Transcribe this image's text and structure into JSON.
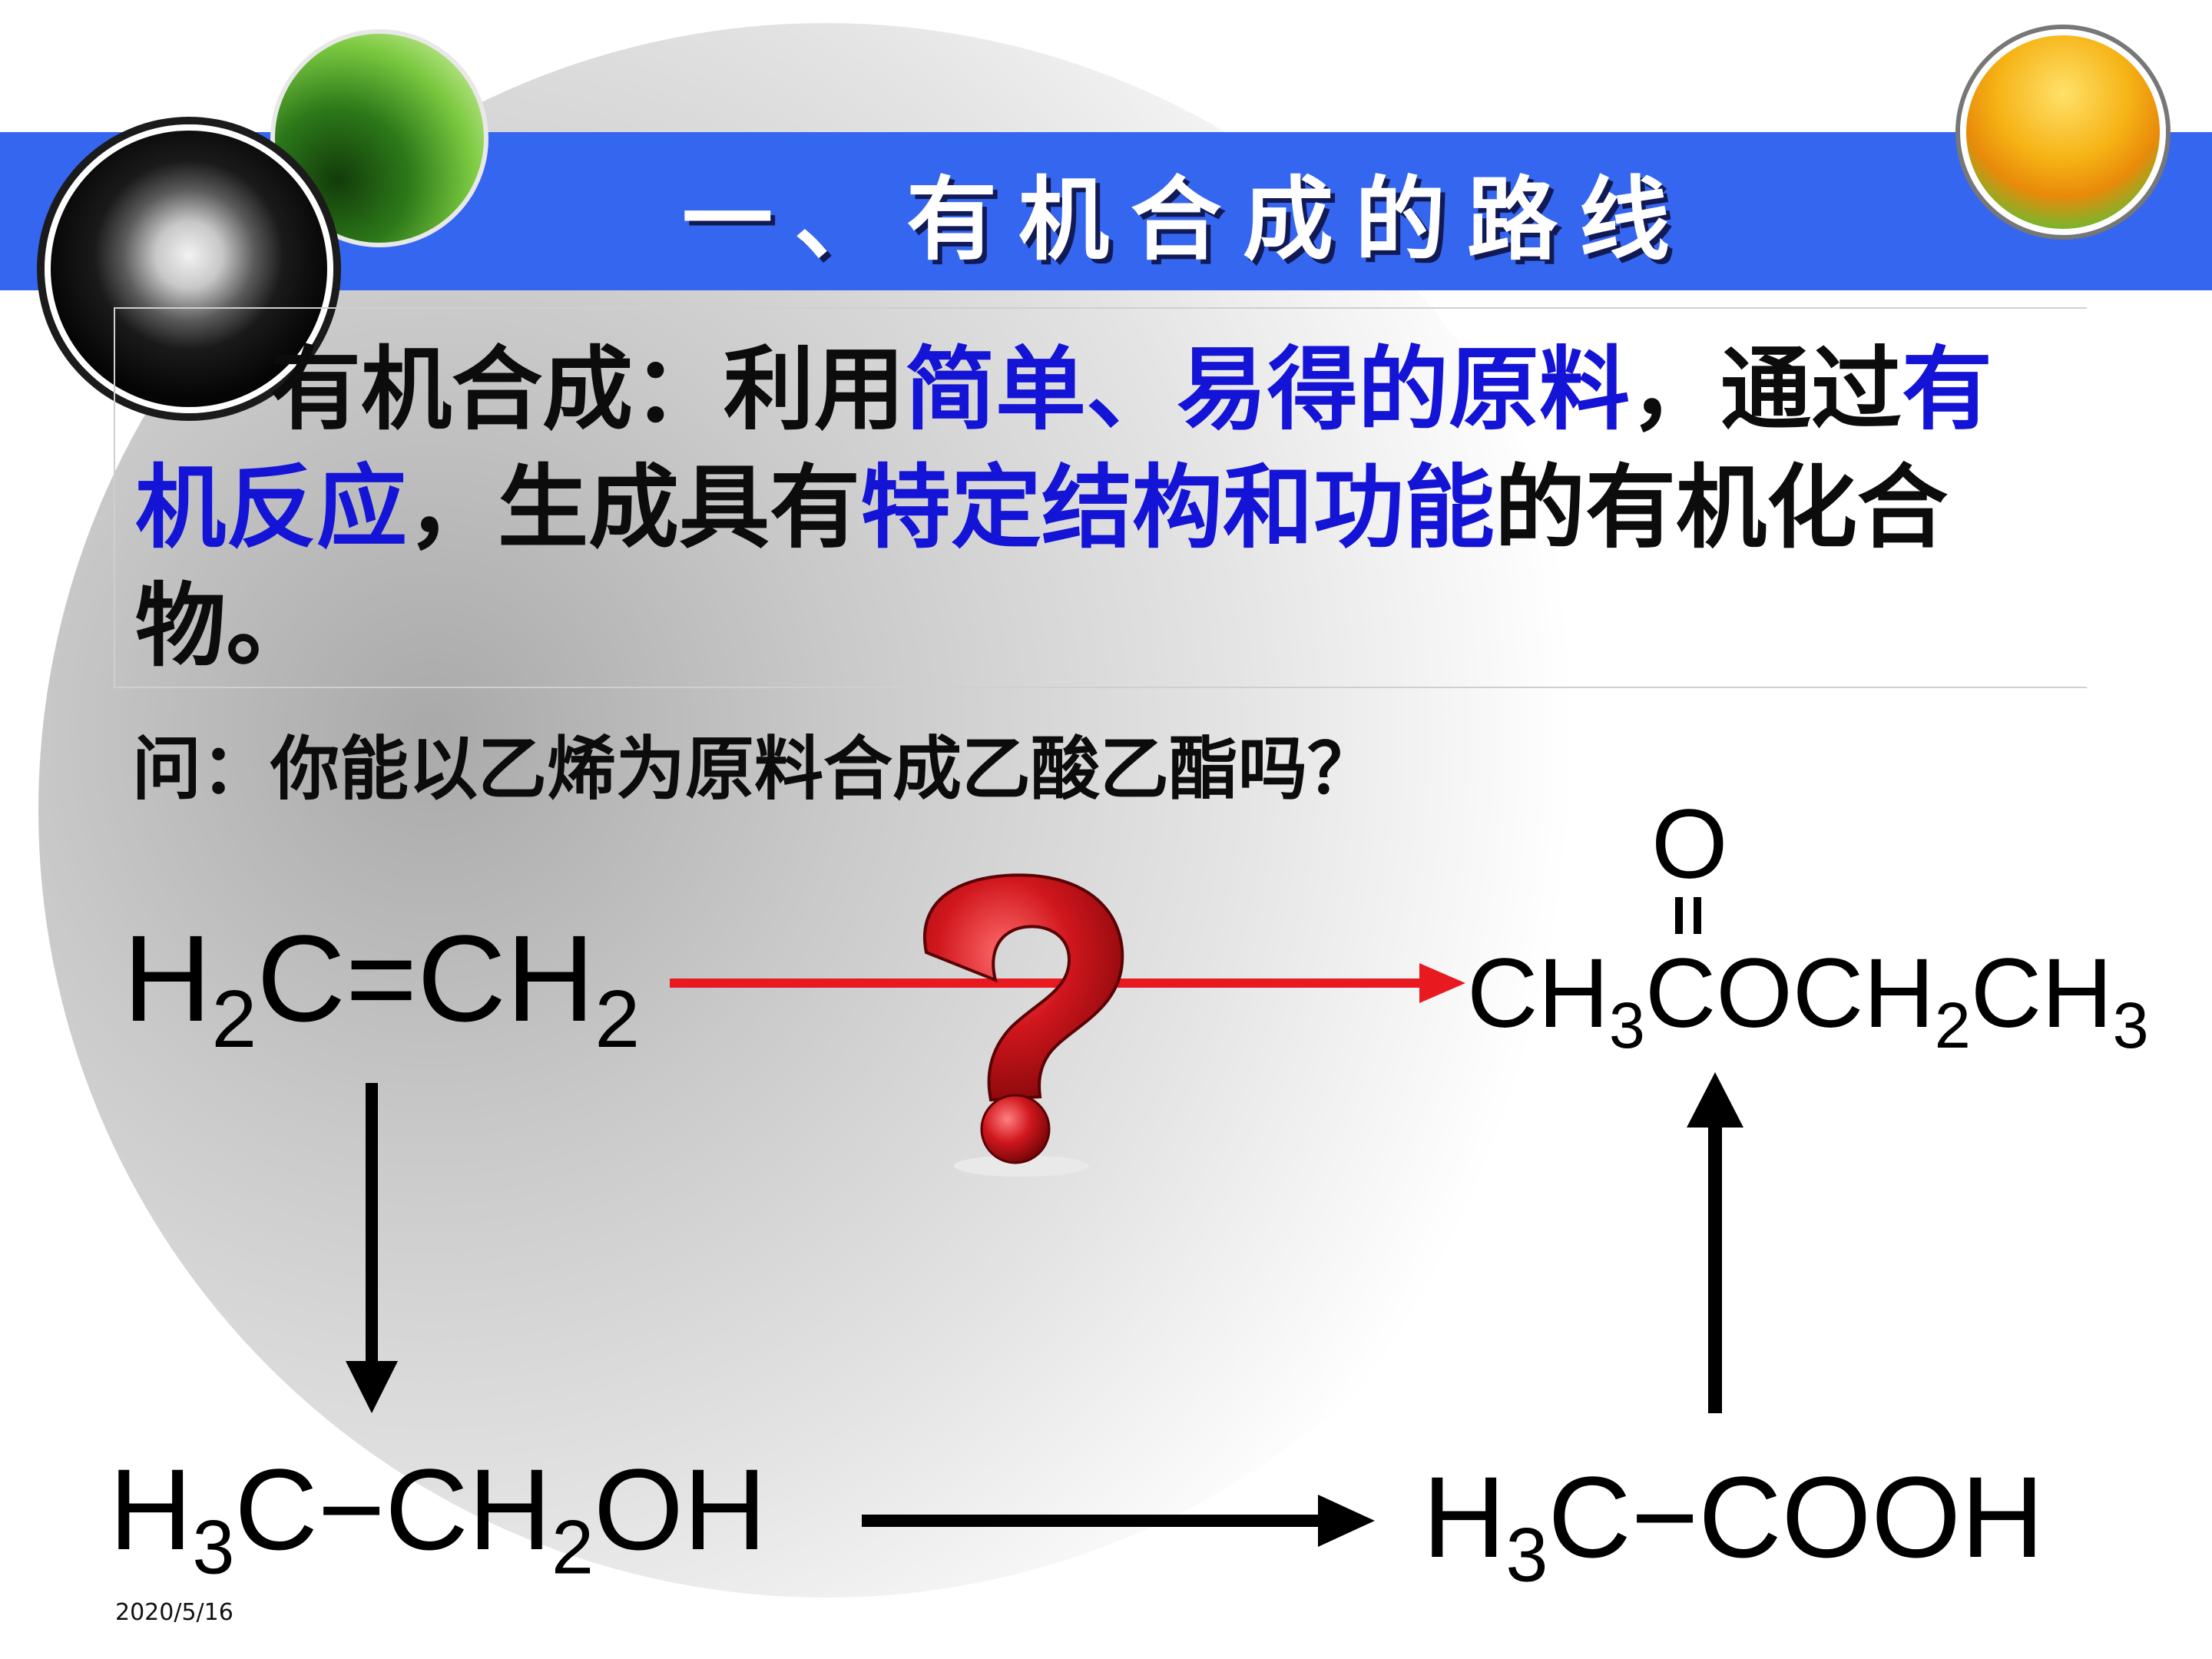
{
  "slide": {
    "title": "一、有机合成的路线",
    "definition": [
      {
        "text": "有机合成：利用",
        "highlight": false
      },
      {
        "text": "简单、易得的原料",
        "highlight": true
      },
      {
        "text": "，通过",
        "highlight": false
      },
      {
        "text": "有机反应",
        "highlight": true
      },
      {
        "text": "，生成具有",
        "highlight": false
      },
      {
        "text": "特定结构和功能",
        "highlight": true
      },
      {
        "text": "的有机化合物。",
        "highlight": false
      }
    ],
    "question": "问：你能以乙烯为原料合成乙酸乙酯吗？",
    "formulas": {
      "ethylene": {
        "a": "H",
        "a_sub": "2",
        "b": "C",
        "bond": "=",
        "c": "CH",
        "c_sub": "2"
      },
      "ethanol": {
        "a": "H",
        "a_sub": "3",
        "b": "C",
        "bond": "−",
        "c": "CH",
        "c_sub": "2",
        "d": "OH"
      },
      "acetic_acid": {
        "a": "H",
        "a_sub": "3",
        "b": "C",
        "bond": "−",
        "c": "COOH"
      },
      "ester": {
        "a": "CH",
        "a_sub": "3",
        "b": "COCH",
        "b_sub": "2",
        "c": "CH",
        "c_sub": "3",
        "carbonyl_o": "O"
      }
    },
    "footer_date": "2020/5/16",
    "colors": {
      "banner": "#3566f0",
      "highlight": "#1414d6",
      "red_arrow": "#e8191f",
      "question_mark": "#d0161d"
    }
  }
}
